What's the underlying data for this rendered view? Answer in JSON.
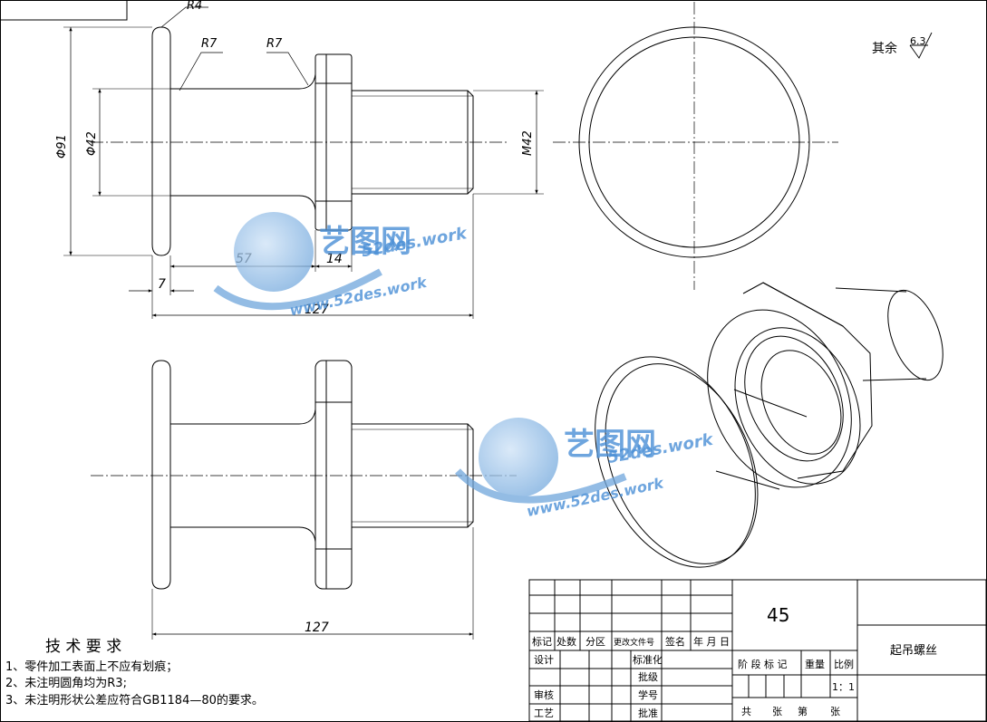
{
  "dims": {
    "radius_top": "R4",
    "radius_left": "R7",
    "radius_right": "R7",
    "dia_91": "Φ91",
    "dia_42": "Φ42",
    "thread": "M42",
    "len_57": "57",
    "len_14": "14",
    "len_7": "7",
    "len_127_top": "127",
    "len_127_bottom": "127"
  },
  "roughness": {
    "label": "其余",
    "value": "6.3"
  },
  "notes": {
    "title": "技 术 要 求",
    "items": [
      "1、零件加工表面上不应有划痕；",
      "2、未注明圆角均为R3;",
      "3、未注明形状公差应符合GB1184—80的要求。"
    ]
  },
  "watermark": {
    "brand": "艺图网",
    "url_top": "52des.work",
    "url_bottom": "www.52des.work"
  },
  "title_block": {
    "material": "45",
    "part_name": "起吊螺丝",
    "rev_headers": [
      "标记",
      "处数",
      "分区",
      "更改文件号",
      "签名",
      "年 月 日"
    ],
    "roles": [
      "设计",
      "审核",
      "工艺"
    ],
    "roles_mid": [
      "标准化",
      "批级",
      "学号",
      "批准"
    ],
    "stage_headers": [
      "阶 段 标 记",
      "重量",
      "比例"
    ],
    "scale": "1：1",
    "sheet_row": [
      "共",
      "张",
      "第",
      "张"
    ]
  }
}
